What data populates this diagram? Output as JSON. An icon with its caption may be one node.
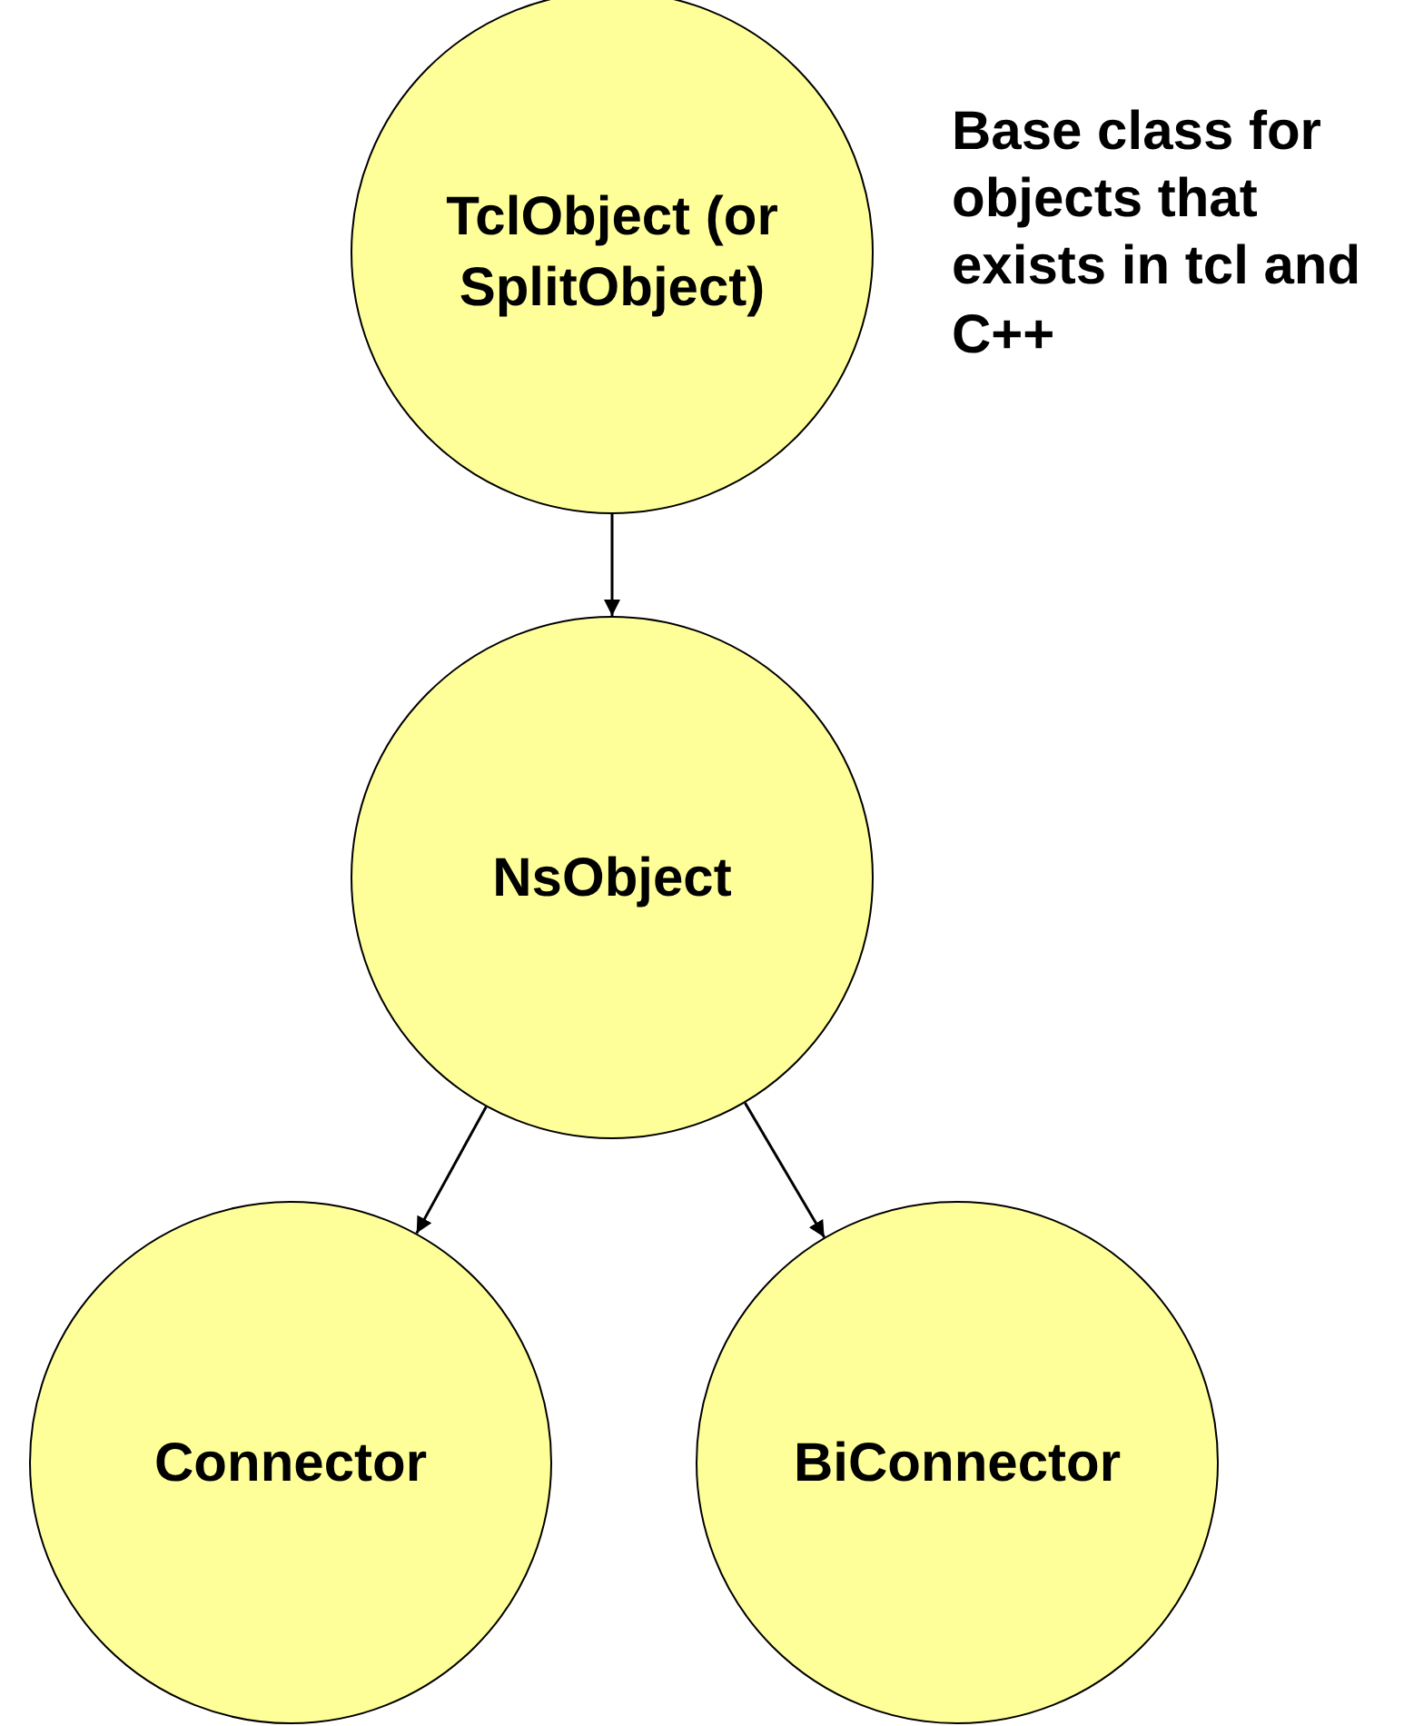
{
  "diagram": {
    "nodes": [
      {
        "text": [
          "TclObject (or SplitObject)"
        ]
      },
      {
        "text": [
          "NsObject"
        ]
      },
      {
        "text": [
          "Connector"
        ]
      },
      {
        "text": [
          "BiConnector"
        ]
      }
    ],
    "edges": [
      {
        "from": 0,
        "to": 1,
        "arrow": "to"
      },
      {
        "from": 1,
        "to": 2,
        "arrow": "to"
      },
      {
        "from": 1,
        "to": 3,
        "arrow": "to"
      }
    ],
    "labels": [
      "Base class for objects that exists in tcl and C++"
    ]
  }
}
